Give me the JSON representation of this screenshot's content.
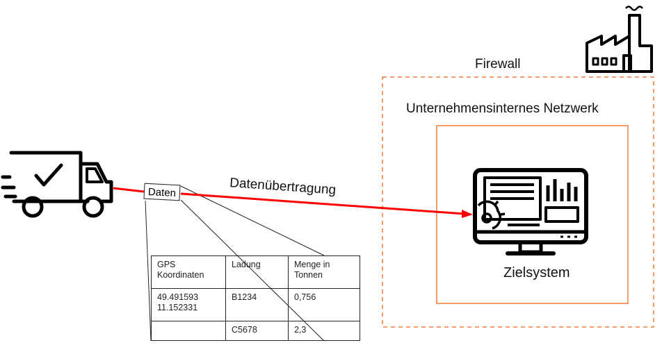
{
  "diagram": {
    "firewall_label": "Firewall",
    "network_label": "Unternehmensinternes Netzwerk",
    "target_label": "Zielsystem",
    "transfer_label": "Datenübertragung",
    "data_label": "Daten",
    "colors": {
      "firewall_border": "#f07b3a",
      "network_border": "#f07b3a",
      "transfer_line": "#ff0000",
      "icon": "#000000"
    },
    "icons": {
      "truck": "delivery-truck-check-icon",
      "factory": "factory-icon",
      "monitor": "monitor-dashboard-icon"
    },
    "table": {
      "headers": [
        "GPS Koordinaten",
        "Ladung",
        "Menge in Tonnen"
      ],
      "rows": [
        [
          "49.491593 11.152331",
          "B1234",
          "0,756"
        ],
        [
          "",
          "C5678",
          "2,3"
        ]
      ]
    }
  }
}
